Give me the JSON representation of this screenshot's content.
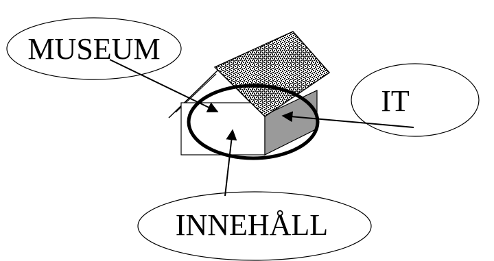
{
  "labels": {
    "museum": "MUSEUM",
    "it": "IT",
    "content": "INNEHÅLL"
  },
  "colors": {
    "ink": "#000000",
    "background": "#ffffff",
    "wall_shade": "#9a9a9a",
    "roof_dots": "#000000"
  }
}
